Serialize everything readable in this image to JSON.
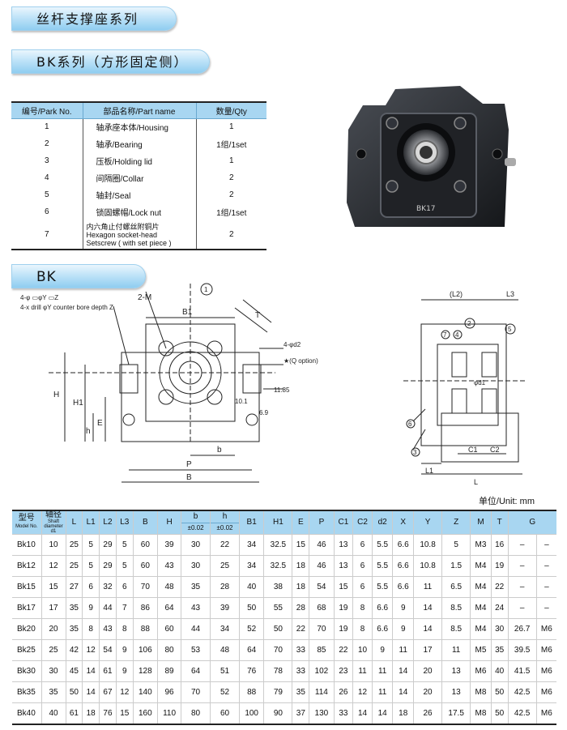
{
  "headers": {
    "series_title": "丝杆支撑座系列",
    "bk_title": "BK系列（方形固定侧）",
    "section_title": "BK"
  },
  "parts_table": {
    "columns": [
      "编号/Park No.",
      "部品名称/Part name",
      "数量/Qty"
    ],
    "rows": [
      {
        "no": "1",
        "name": "轴承座本体/Housing",
        "qty": "1"
      },
      {
        "no": "2",
        "name": "轴承/Bearing",
        "qty": "1组/1set"
      },
      {
        "no": "3",
        "name": "压板/Holding  lid",
        "qty": "1"
      },
      {
        "no": "4",
        "name": "间隔圈/Collar",
        "qty": "2"
      },
      {
        "no": "5",
        "name": "轴封/Seal",
        "qty": "2"
      },
      {
        "no": "6",
        "name": "锁固螺帽/Lock  nut",
        "qty": "1组/1set"
      }
    ],
    "last_row": {
      "no": "7",
      "name_line1": "内六角止付螺丝附铜片",
      "name_line2": "Hexagon  socket-head",
      "name_line3": "Setscrew ( with set piece )",
      "qty": "2"
    }
  },
  "photo": {
    "label": "BK17"
  },
  "drawing": {
    "note1": "4-φ ▭φY ▭Z",
    "note2": "4-x drill φY counter bore depth Z",
    "label_2m": "2-M",
    "label_b1": "B1",
    "label_t": "T",
    "label_4d2": "4-φd2",
    "label_option": "★(Q option)",
    "label_h": "H",
    "label_h1": "H1",
    "label_e": "E",
    "label_hsmall": "h",
    "label_b": "b",
    "label_p": "P",
    "label_B": "B",
    "label_101": "10.1",
    "label_1185": "11.85",
    "label_69": "6.9",
    "label_l2": "(L2)",
    "label_l3": "L3",
    "label_l": "L",
    "label_l1": "L1",
    "label_c1": "C1",
    "label_c2": "C2",
    "label_d1": "φd1",
    "callouts": [
      "1",
      "2",
      "4",
      "5",
      "6",
      "7",
      "3"
    ]
  },
  "unit_label": "单位/Unit: mm",
  "spec_table": {
    "head": {
      "model_cn": "型号",
      "model_en": "Model No.",
      "shaft_cn": "轴径",
      "shaft_en": "Shaft diameter d1",
      "L": "L",
      "L1": "L1",
      "L2": "L2",
      "L3": "L3",
      "B": "B",
      "H": "H",
      "b": "b",
      "b_tol": "±0.02",
      "h": "h",
      "h_tol": "±0.02",
      "B1": "B1",
      "H1": "H1",
      "E": "E",
      "P": "P",
      "C1": "C1",
      "C2": "C2",
      "d2": "d2",
      "X": "X",
      "Y": "Y",
      "Z": "Z",
      "M": "M",
      "T": "T",
      "G": "G"
    },
    "rows": [
      [
        "Bk10",
        "10",
        "25",
        "5",
        "29",
        "5",
        "60",
        "39",
        "30",
        "22",
        "34",
        "32.5",
        "15",
        "46",
        "13",
        "6",
        "5.5",
        "6.6",
        "10.8",
        "5",
        "M3",
        "16",
        "–",
        "–"
      ],
      [
        "Bk12",
        "12",
        "25",
        "5",
        "29",
        "5",
        "60",
        "43",
        "30",
        "25",
        "34",
        "32.5",
        "18",
        "46",
        "13",
        "6",
        "5.5",
        "6.6",
        "10.8",
        "1.5",
        "M4",
        "19",
        "–",
        "–"
      ],
      [
        "Bk15",
        "15",
        "27",
        "6",
        "32",
        "6",
        "70",
        "48",
        "35",
        "28",
        "40",
        "38",
        "18",
        "54",
        "15",
        "6",
        "5.5",
        "6.6",
        "11",
        "6.5",
        "M4",
        "22",
        "–",
        "–"
      ],
      [
        "Bk17",
        "17",
        "35",
        "9",
        "44",
        "7",
        "86",
        "64",
        "43",
        "39",
        "50",
        "55",
        "28",
        "68",
        "19",
        "8",
        "6.6",
        "9",
        "14",
        "8.5",
        "M4",
        "24",
        "–",
        "–"
      ],
      [
        "Bk20",
        "20",
        "35",
        "8",
        "43",
        "8",
        "88",
        "60",
        "44",
        "34",
        "52",
        "50",
        "22",
        "70",
        "19",
        "8",
        "6.6",
        "9",
        "14",
        "8.5",
        "M4",
        "30",
        "26.7",
        "M6"
      ],
      [
        "Bk25",
        "25",
        "42",
        "12",
        "54",
        "9",
        "106",
        "80",
        "53",
        "48",
        "64",
        "70",
        "33",
        "85",
        "22",
        "10",
        "9",
        "11",
        "17",
        "11",
        "M5",
        "35",
        "39.5",
        "M6"
      ],
      [
        "Bk30",
        "30",
        "45",
        "14",
        "61",
        "9",
        "128",
        "89",
        "64",
        "51",
        "76",
        "78",
        "33",
        "102",
        "23",
        "11",
        "11",
        "14",
        "20",
        "13",
        "M6",
        "40",
        "41.5",
        "M6"
      ],
      [
        "Bk35",
        "35",
        "50",
        "14",
        "67",
        "12",
        "140",
        "96",
        "70",
        "52",
        "88",
        "79",
        "35",
        "114",
        "26",
        "12",
        "11",
        "14",
        "20",
        "13",
        "M8",
        "50",
        "42.5",
        "M6"
      ],
      [
        "Bk40",
        "40",
        "61",
        "18",
        "76",
        "15",
        "160",
        "110",
        "80",
        "60",
        "100",
        "90",
        "37",
        "130",
        "33",
        "14",
        "14",
        "18",
        "26",
        "17.5",
        "M8",
        "50",
        "42.5",
        "M6"
      ]
    ]
  }
}
